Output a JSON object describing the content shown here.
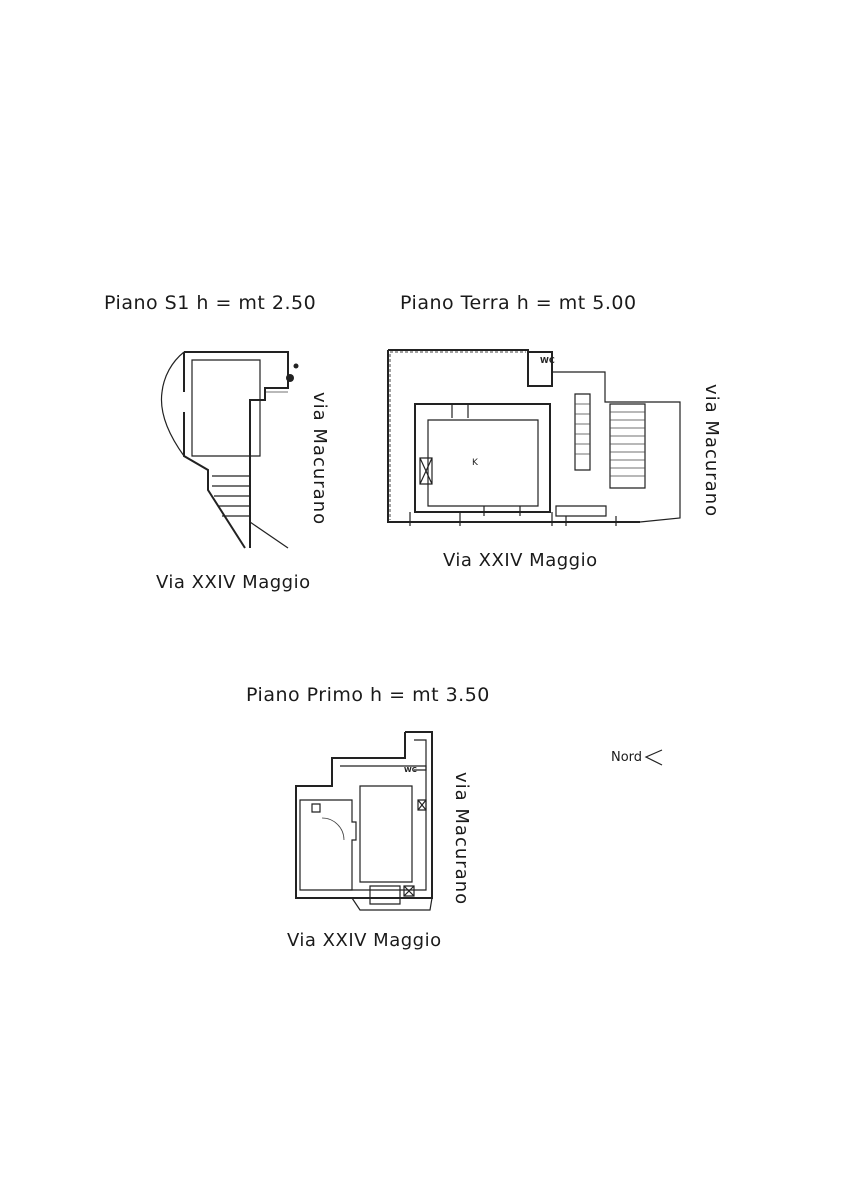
{
  "plans": {
    "basement": {
      "title": "Piano S1 h = mt 2.50",
      "street_south": "Via XXIV Maggio",
      "street_east": "via Macurano"
    },
    "ground": {
      "title": "Piano Terra h = mt 5.00",
      "street_south": "Via XXIV Maggio",
      "street_east": "via Macurano",
      "room_label": "K",
      "wc_label": "WC"
    },
    "first": {
      "title": "Piano Primo h = mt 3.50",
      "street_south": "Via XXIV Maggio",
      "street_east": "via Macurano",
      "wc_label": "WC"
    }
  },
  "north_label": "Nord"
}
